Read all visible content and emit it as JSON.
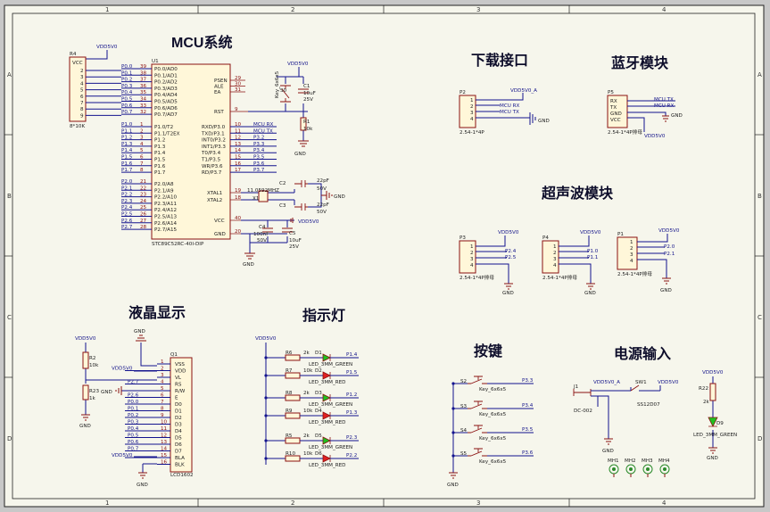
{
  "colors": {
    "wire": "#13138e",
    "part": "#8b1111",
    "body": "#fff7d9",
    "sheet": "#f6f6ec",
    "led_red": "#e02020",
    "led_green": "#20c020"
  },
  "zones": {
    "cols": [
      "1",
      "2",
      "3",
      "4"
    ],
    "rows": [
      "A",
      "B",
      "C",
      "D"
    ]
  },
  "headings": {
    "mcu": "MCU系统",
    "download": "下载接口",
    "bluetooth": "蓝牙模块",
    "ultrasonic": "超声波模块",
    "lcd": "液晶显示",
    "leds": "指示灯",
    "keys": "按键",
    "power": "电源输入"
  },
  "power": {
    "vdd": "VDD5V0",
    "gnd": "GND"
  },
  "r4": {
    "ref": "R4",
    "vcc": "VCC",
    "pins": [
      "2",
      "3",
      "4",
      "5",
      "6",
      "7",
      "8",
      "9"
    ],
    "value": "8*10K"
  },
  "u1": {
    "ref": "U1",
    "part": "STC89C52RC-40I-DIP",
    "left_p0": [
      [
        "39",
        "P0.0/AD0",
        "P0.0"
      ],
      [
        "38",
        "P0.1/AD1",
        "P0.1"
      ],
      [
        "37",
        "P0.2/AD2",
        "P0.2"
      ],
      [
        "36",
        "P0.3/AD3",
        "P0.3"
      ],
      [
        "35",
        "P0.4/AD4",
        "P0.4"
      ],
      [
        "34",
        "P0.5/AD5",
        "P0.5"
      ],
      [
        "33",
        "P0.6/AD6",
        "P0.6"
      ],
      [
        "32",
        "P0.7/AD7",
        "P0.7"
      ]
    ],
    "left_p1": [
      [
        "1",
        "P1.0/T2",
        "P1.0"
      ],
      [
        "2",
        "P1.1/T2EX",
        "P1.1"
      ],
      [
        "3",
        "P1.2",
        "P1.2"
      ],
      [
        "4",
        "P1.3",
        "P1.3"
      ],
      [
        "5",
        "P1.4",
        "P1.4"
      ],
      [
        "6",
        "P1.5",
        "P1.5"
      ],
      [
        "7",
        "P1.6",
        "P1.6"
      ],
      [
        "8",
        "P1.7",
        "P1.7"
      ]
    ],
    "left_p2": [
      [
        "21",
        "P2.0/A8",
        "P2.0"
      ],
      [
        "22",
        "P2.1/A9",
        "P2.1"
      ],
      [
        "23",
        "P2.2/A10",
        "P2.2"
      ],
      [
        "24",
        "P2.3/A11",
        "P2.3"
      ],
      [
        "25",
        "P2.4/A12",
        "P2.4"
      ],
      [
        "26",
        "P2.5/A13",
        "P2.5"
      ],
      [
        "27",
        "P2.6/A14",
        "P2.6"
      ],
      [
        "28",
        "P2.7/A15",
        "P2.7"
      ]
    ],
    "right_top": [
      [
        "29",
        "PSEN"
      ],
      [
        "30",
        "ALE"
      ],
      [
        "31",
        "EA"
      ]
    ],
    "rst": [
      "9",
      "RST"
    ],
    "right_p3": [
      [
        "10",
        "RXD/P3.0",
        "MCU RX"
      ],
      [
        "11",
        "TXD/P3.1",
        "MCU TX"
      ],
      [
        "12",
        "INT0/P3.2",
        "P3.2"
      ],
      [
        "13",
        "INT1/P3.3",
        "P3.3"
      ],
      [
        "14",
        "T0/P3.4",
        "P3.4"
      ],
      [
        "15",
        "T1/P3.5",
        "P3.5"
      ],
      [
        "16",
        "WR/P3.6",
        "P3.6"
      ],
      [
        "17",
        "RD/P3.7",
        "P3.7"
      ]
    ],
    "xtal": [
      [
        "19",
        "XTAL1"
      ],
      [
        "18",
        "XTAL2"
      ]
    ],
    "vcc": [
      "40",
      "VCC"
    ],
    "gnd": [
      "20",
      "GND"
    ]
  },
  "reset": {
    "key_ref": "S0",
    "key_val": "Key_6x6x5",
    "cap_ref": "C1",
    "cap_val1": "10uF",
    "cap_val2": "25V",
    "res_ref": "R1",
    "res_val": "10k"
  },
  "crystal": {
    "ref": "X1",
    "freq": "11.0592MHZ",
    "c2": "C2",
    "c3": "C3",
    "cap_val": "22pF",
    "cap_v": "50V"
  },
  "decoup": {
    "c4": "C4",
    "c4_val": "100nF",
    "c4_v": "50V",
    "c5": "C5",
    "c5_val": "10uF",
    "c5_v": "25V"
  },
  "p2": {
    "ref": "P2",
    "part": "2.54-1*4P",
    "pins": [
      "1",
      "2",
      "3",
      "4"
    ],
    "nets": [
      "VDD5V0_A",
      "MCU RX",
      "MCU TX"
    ]
  },
  "p5": {
    "ref": "P5",
    "part": "2.54-1*4P排母",
    "pins": [
      "RX",
      "TX",
      "GND",
      "VCC"
    ],
    "nets": [
      "MCU TX",
      "MCU RX"
    ]
  },
  "p3": {
    "ref": "P3",
    "part": "2.54-1*4P排母",
    "pins": [
      "1",
      "2",
      "3",
      "4"
    ],
    "nets": [
      "P2.4",
      "P2.5"
    ]
  },
  "p4": {
    "ref": "P4",
    "part": "2.54-1*4P排母",
    "pins": [
      "1",
      "2",
      "3",
      "4"
    ],
    "nets": [
      "P1.0",
      "P1.1"
    ]
  },
  "p1": {
    "ref": "P1",
    "part": "2.54-1*4P排母",
    "pins": [
      "1",
      "2",
      "3",
      "4"
    ],
    "nets": [
      "P2.0",
      "P2.1"
    ]
  },
  "lcd": {
    "ref": "Q1",
    "part": "LCD1602",
    "r2": "R2",
    "r2_val": "10k",
    "r23": "R23",
    "r23_val": "1k",
    "pins": [
      [
        "1",
        "VSS",
        ""
      ],
      [
        "2",
        "VDD",
        "VDD5V0"
      ],
      [
        "3",
        "VL",
        ""
      ],
      [
        "4",
        "RS",
        "P2.7"
      ],
      [
        "5",
        "R/W",
        ""
      ],
      [
        "6",
        "E",
        "P2.6"
      ],
      [
        "7",
        "D0",
        "P0.0"
      ],
      [
        "8",
        "D1",
        "P0.1"
      ],
      [
        "9",
        "D2",
        "P0.2"
      ],
      [
        "10",
        "D3",
        "P0.3"
      ],
      [
        "11",
        "D4",
        "P0.4"
      ],
      [
        "12",
        "D5",
        "P0.5"
      ],
      [
        "13",
        "D6",
        "P0.6"
      ],
      [
        "14",
        "D7",
        "P0.7"
      ],
      [
        "15",
        "BLA",
        "VDD5V0"
      ],
      [
        "16",
        "BLK",
        ""
      ]
    ]
  },
  "leds": {
    "items": [
      [
        "R6",
        "2k",
        "D1",
        "LED_3MM_GREEN",
        "P1.4",
        "green"
      ],
      [
        "R7",
        "10k",
        "D2",
        "LED_3MM_RED",
        "P1.5",
        "red"
      ],
      [
        "R8",
        "2k",
        "D3",
        "LED_3MM_GREEN",
        "P1.2",
        "green"
      ],
      [
        "R9",
        "10k",
        "D4",
        "LED_3MM_RED",
        "P1.3",
        "red"
      ],
      [
        "R5",
        "2k",
        "D5",
        "LED_3MM_GREEN",
        "P2.3",
        "green"
      ],
      [
        "R10",
        "10k",
        "D6",
        "LED_3MM_RED",
        "P2.2",
        "red"
      ]
    ]
  },
  "keys": {
    "items": [
      [
        "S2",
        "Key_6x6x5",
        "P3.3"
      ],
      [
        "S3",
        "Key_6x6x5",
        "P3.4"
      ],
      [
        "S4",
        "Key_6x6x5",
        "P3.5"
      ],
      [
        "S5",
        "Key_6x6x5",
        "P3.6"
      ]
    ]
  },
  "power_in": {
    "j1": "J1",
    "j1_part": "DC-002",
    "sw": "SW1",
    "sw_part": "SS12D07",
    "net_a": "VDD5V0_A",
    "net_b": "VDD5V0"
  },
  "pwr_led": {
    "r": "R22",
    "r_val": "2k",
    "d": "D9",
    "d_part": "LED_3MM_GREEN"
  },
  "holes": [
    "MH1",
    "MH2",
    "MH3",
    "MH4"
  ]
}
